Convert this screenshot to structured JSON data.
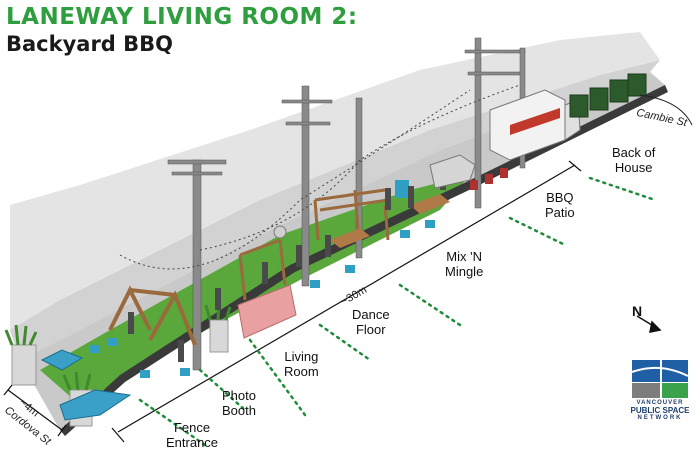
{
  "header": {
    "title": "LANEWAY LIVING ROOM 2:",
    "subtitle": "Backyard BBQ"
  },
  "zones": [
    {
      "line1": "Fence",
      "line2": "Entrance"
    },
    {
      "line1": "Photo",
      "line2": "Booth"
    },
    {
      "line1": "Living",
      "line2": "Room"
    },
    {
      "line1": "Dance",
      "line2": "Floor"
    },
    {
      "line1": "Mix 'N",
      "line2": "Mingle"
    },
    {
      "line1": "BBQ",
      "line2": "Patio"
    },
    {
      "line1": "Back of",
      "line2": "House"
    }
  ],
  "measurements": {
    "length": "~30m",
    "width": "~4m"
  },
  "streets": {
    "end": "Cambie St",
    "start": "Cordova St"
  },
  "north_label": "N",
  "logo": {
    "line1": "VANCOUVER",
    "line2": "PUBLIC SPACE",
    "line3": "NETWORK"
  },
  "colors": {
    "title_green": "#2e9e3e",
    "turf_green": "#5aa83c",
    "dotted_green": "#1e8c3a",
    "logo_blue": "#1e5fa6",
    "logo_green": "#3aa24a"
  }
}
